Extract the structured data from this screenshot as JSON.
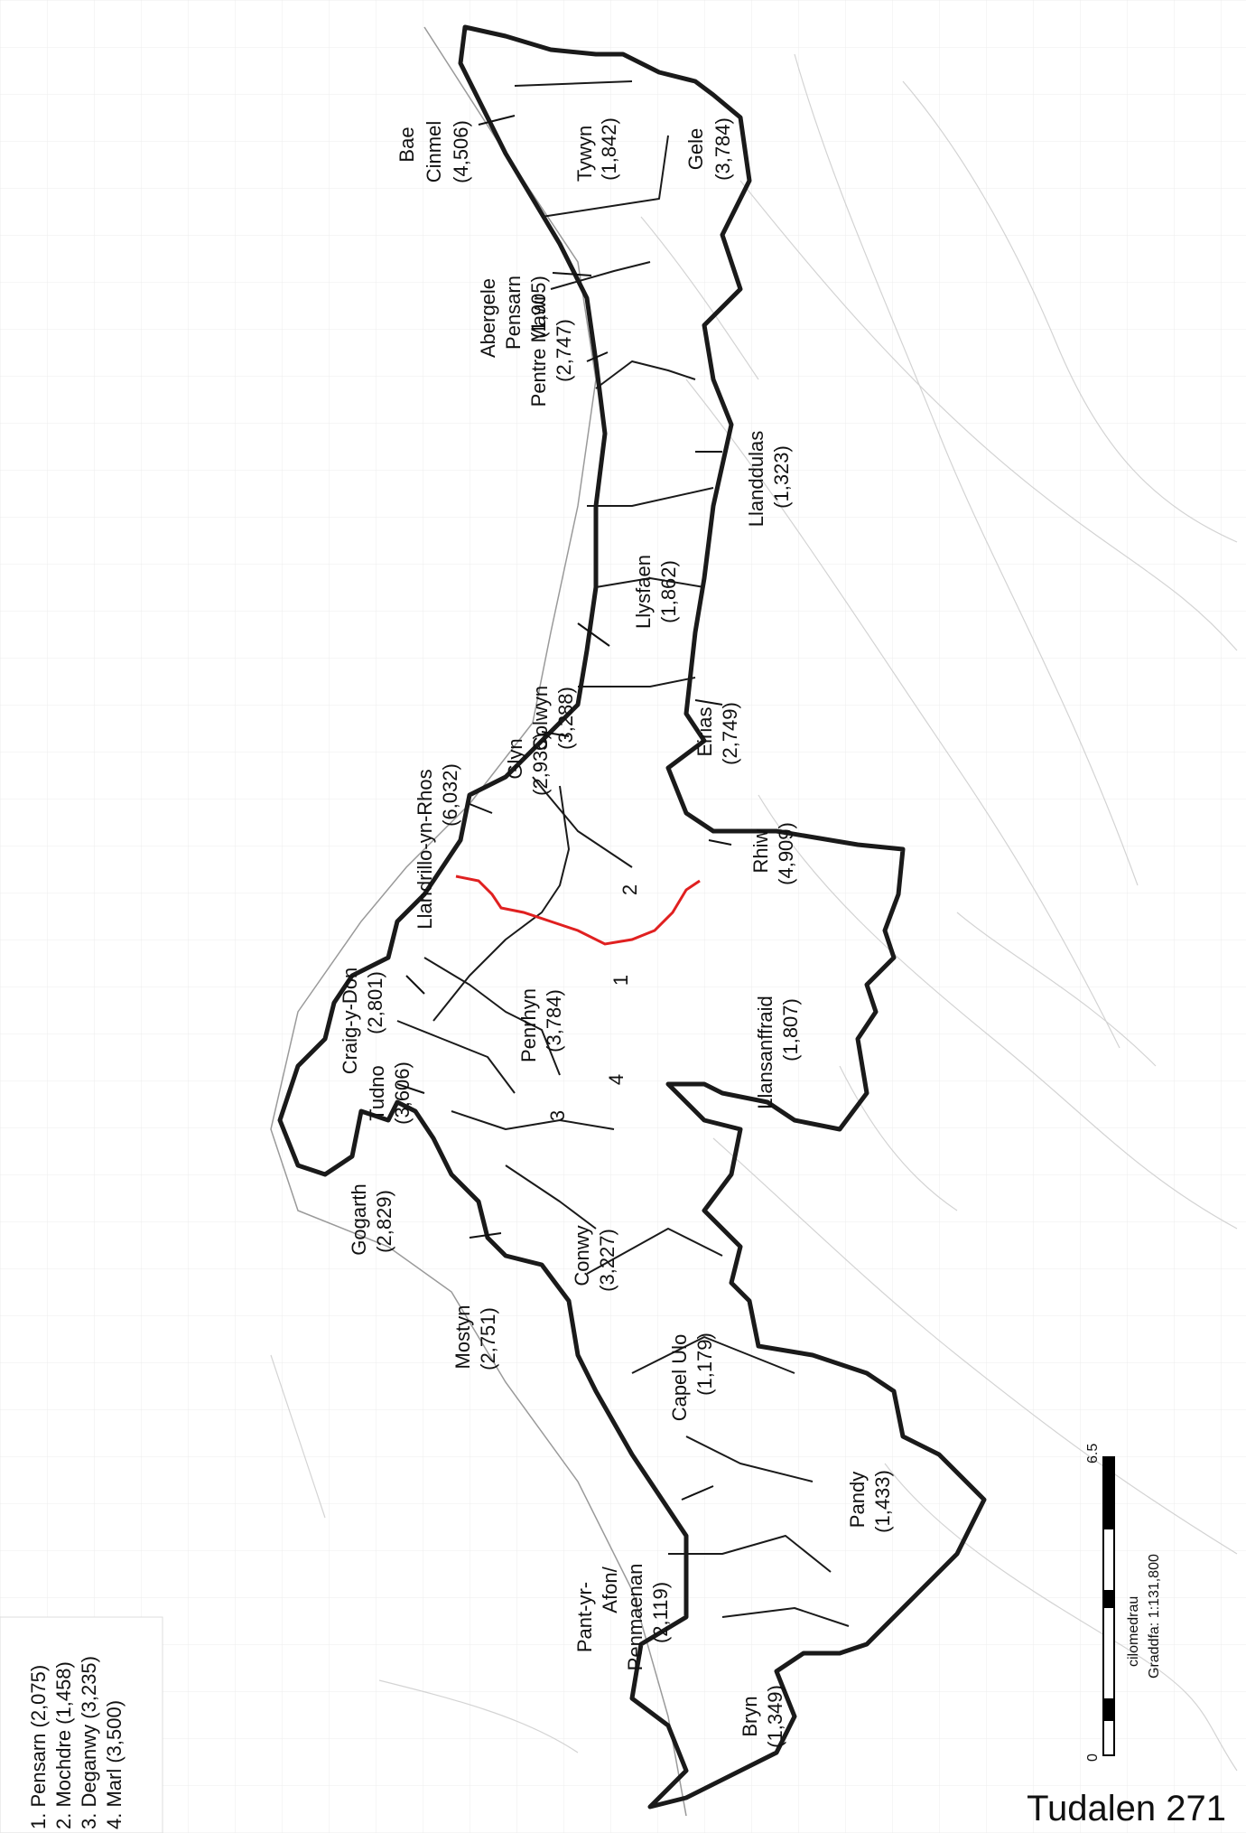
{
  "colors": {
    "boundary": "#1a1a1a",
    "highlight": "#e02020",
    "basemap": "#cfcfcf",
    "grid": "#e6e6e6"
  },
  "legend": [
    "1. Pensarn (2,075)",
    "2. Mochdre (1,458)",
    "3. Deganwy (3,235)",
    "4. Marl (3,500)"
  ],
  "wards": [
    {
      "id": "bae-cinmel",
      "name": "Bae",
      "name2": "Cinmel",
      "pop": "(4,506)"
    },
    {
      "id": "tywyn",
      "name": "Tywyn",
      "pop": "(1,842)"
    },
    {
      "id": "gele",
      "name": "Gele",
      "pop": "(3,784)"
    },
    {
      "id": "abergele-pensarn",
      "name": "Abergele",
      "name2": "Pensarn",
      "pop": "(1,905)"
    },
    {
      "id": "pentre-mawr",
      "name": "Pentre Mawr",
      "pop": "(2,747)"
    },
    {
      "id": "llanddulas",
      "name": "Llanddulas",
      "pop": "(1,323)"
    },
    {
      "id": "llysfaen",
      "name": "Llysfaen",
      "pop": "(1,862)"
    },
    {
      "id": "colwyn",
      "name": "Colwyn",
      "pop": "(3,288)"
    },
    {
      "id": "glyn",
      "name": "Glyn",
      "pop": "(2,935)"
    },
    {
      "id": "eirias",
      "name": "Eirias",
      "pop": "(2,749)"
    },
    {
      "id": "llandrillo",
      "name": "Llandrillo-yn-Rhos",
      "pop": "(6,032)"
    },
    {
      "id": "rhiw",
      "name": "Rhiw",
      "pop": "(4,909)"
    },
    {
      "id": "craig-y-don",
      "name": "Craig-y-Don",
      "pop": "(2,801)"
    },
    {
      "id": "penrhyn",
      "name": "Penrhyn",
      "pop": "(3,784)"
    },
    {
      "id": "llansanffraid",
      "name": "Llansanffraid",
      "pop": "(1,807)"
    },
    {
      "id": "tudno",
      "name": "Tudno",
      "pop": "(3,606)"
    },
    {
      "id": "gogarth",
      "name": "Gogarth",
      "pop": "(2,829)"
    },
    {
      "id": "conwy",
      "name": "Conwy",
      "pop": "(3,227)"
    },
    {
      "id": "mostyn",
      "name": "Mostyn",
      "pop": "(2,751)"
    },
    {
      "id": "capel-ulo",
      "name": "Capel Ulo",
      "pop": "(1,179)"
    },
    {
      "id": "pant-yr-afon",
      "name": "Pant-yr-",
      "name2": "Afon/",
      "name3": "Penmaenan",
      "pop": "(2,119)"
    },
    {
      "id": "pandy",
      "name": "Pandy",
      "pop": "(1,433)"
    },
    {
      "id": "bryn",
      "name": "Bryn",
      "pop": "(1,349)"
    }
  ],
  "ward_numbers": [
    "1",
    "2",
    "3",
    "4"
  ],
  "scale": {
    "start": "0",
    "end": "6.5",
    "unit": "cilomedrau",
    "ratio": "Graddfa: 1:131,800"
  },
  "page_label": "Tudalen 271"
}
